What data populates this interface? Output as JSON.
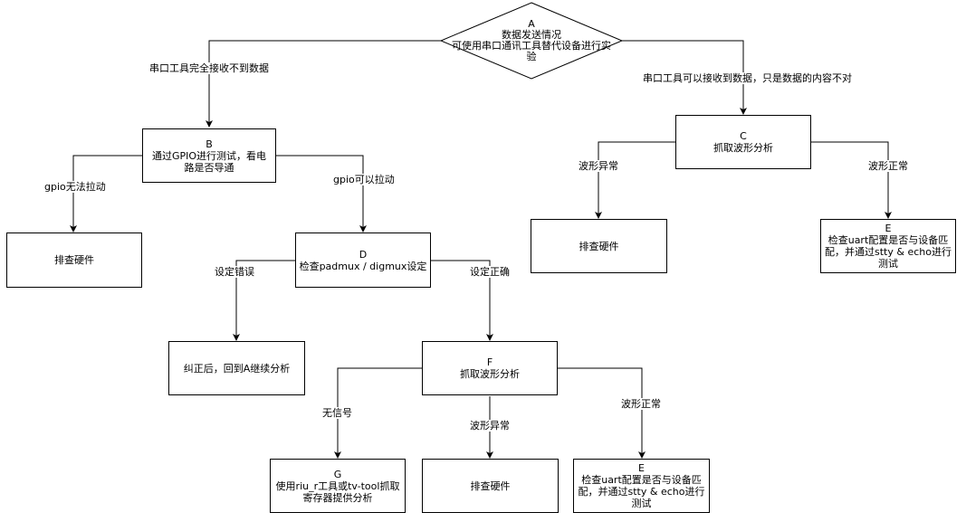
{
  "nodes": {
    "A": {
      "id": "A",
      "line1": "数据发送情况",
      "line2": "可使用串口通讯工具替代设备进行实",
      "line3": "验"
    },
    "B": {
      "id": "B",
      "line1": "通过GPIO进行测试，看电",
      "line2": "路是否导通"
    },
    "C": {
      "id": "C",
      "line1": "抓取波形分析"
    },
    "D": {
      "id": "D",
      "line1": "检查padmux / digmux设定"
    },
    "E_right": {
      "id": "E",
      "line1": "检查uart配置是否与设备匹",
      "line2": "配，并通过stty & echo进行",
      "line3": "测试"
    },
    "E_bottom": {
      "id": "E",
      "line1": "检查uart配置是否与设备匹",
      "line2": "配，并通过stty & echo进行",
      "line3": "测试"
    },
    "F": {
      "id": "F",
      "line1": "抓取波形分析"
    },
    "G": {
      "id": "G",
      "line1": "使用riu_r工具或tv-tool抓取",
      "line2": "寄存器提供分析"
    },
    "hw_left": {
      "text": "排查硬件"
    },
    "hw_mid": {
      "text": "排查硬件"
    },
    "hw_bottom": {
      "text": "排查硬件"
    },
    "fix_back": {
      "text": "纠正后，回到A继续分析"
    }
  },
  "edges": {
    "a_to_b": "串口工具完全接收不到数据",
    "a_to_c": "串口工具可以接收到数据，只是数据的内容不对",
    "b_to_hw": "gpio无法拉动",
    "b_to_d": "gpio可以拉动",
    "c_to_hw": "波形异常",
    "c_to_e": "波形正常",
    "d_to_fix": "设定错误",
    "d_to_f": "设定正确",
    "f_to_g": "无信号",
    "f_to_hw": "波形异常",
    "f_to_e": "波形正常"
  }
}
